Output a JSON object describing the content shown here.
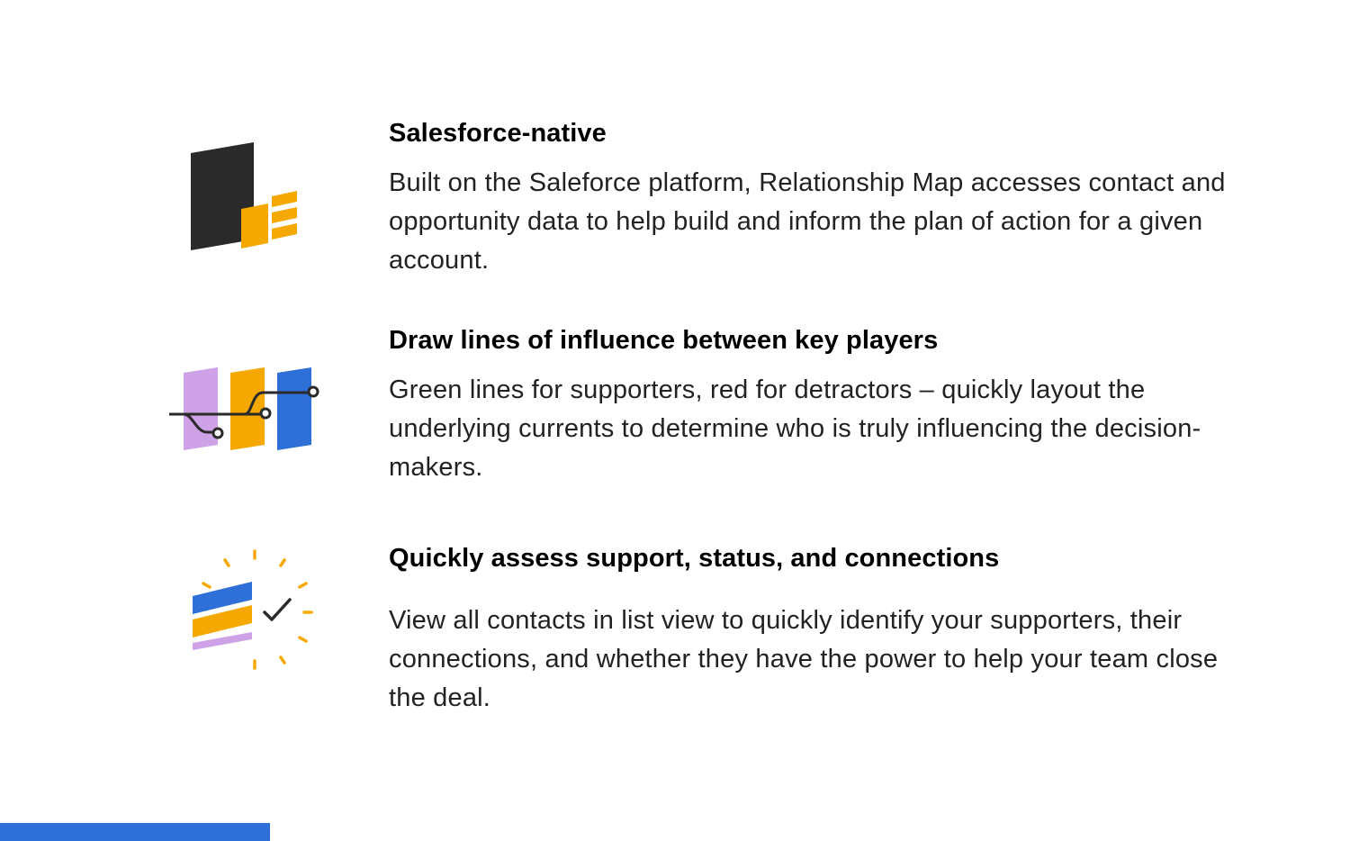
{
  "colors": {
    "accent_blue": "#2f6fd8",
    "accent_orange": "#f5a800",
    "accent_purple": "#cfa1e6",
    "dark": "#2a2a2a"
  },
  "features": [
    {
      "icon": "salesforce-document-icon",
      "title": "Salesforce-native",
      "body": "Built on the Saleforce platform, Relationship Map accesses contact and opportunity data to help build and inform the plan of action for a given account."
    },
    {
      "icon": "influence-lines-icon",
      "title": "Draw lines of influence between key players",
      "body": "Green lines for supporters, red for detractors – quickly layout the underlying currents to determine who is truly influencing the decision-makers."
    },
    {
      "icon": "list-check-icon",
      "title": "Quickly assess support, status, and connections",
      "body": "View all contacts in list view to quickly identify your supporters, their connections, and whether they have the power to help your team close the deal."
    }
  ]
}
